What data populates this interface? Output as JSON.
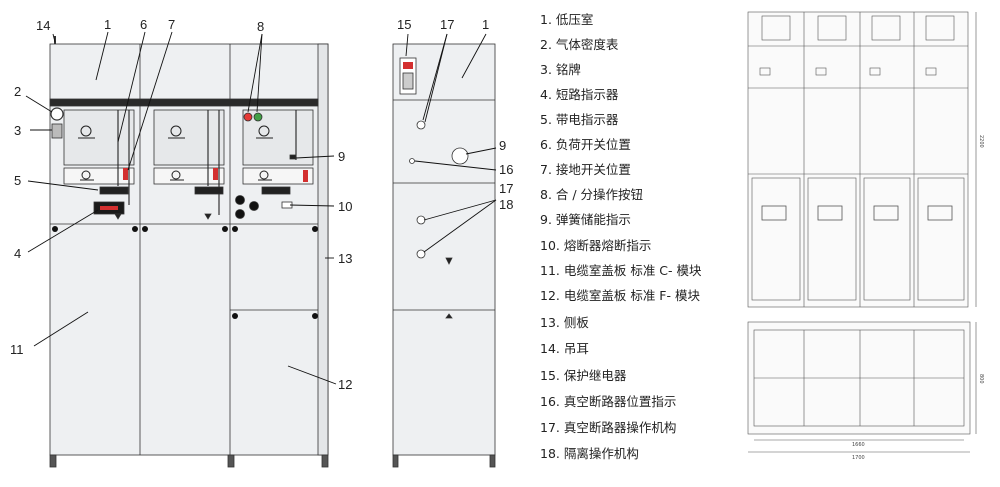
{
  "callouts": {
    "c1a": "1",
    "c1b": "1",
    "c2": "2",
    "c3": "3",
    "c4": "4",
    "c5": "5",
    "c6": "6",
    "c7": "7",
    "c8": "8",
    "c9a": "9",
    "c9b": "9",
    "c10": "10",
    "c11": "11",
    "c12": "12",
    "c13": "13",
    "c14": "14",
    "c15": "15",
    "c16": "16",
    "c17a": "17",
    "c17b": "17",
    "c18": "18"
  },
  "legend": [
    "1. 低压室",
    "2. 气体密度表",
    "3. 铭牌",
    "4. 短路指示器",
    "5. 带电指示器",
    "6. 负荷开关位置",
    "7. 接地开关位置",
    "8. 合 / 分操作按钮",
    "9. 弹簧储能指示",
    "10. 熔断器熔断指示",
    "11. 电缆室盖板 标准 C- 模块",
    "12. 电缆室盖板 标准 F- 模块",
    "13. 侧板",
    "14. 吊耳",
    "15. 保护继电器",
    "16. 真空断路器位置指示",
    "17. 真空断路器操作机构",
    "18. 隔离操作机构"
  ],
  "dimensions": {
    "height": "2200",
    "depth": "800",
    "width_inner": "1660",
    "width_outer": "1700"
  },
  "colors": {
    "panel": "#eef0f2",
    "line": "#333333",
    "red_button": "#e53935",
    "green_button": "#43a047",
    "indicator_red": "#d32f2f"
  }
}
